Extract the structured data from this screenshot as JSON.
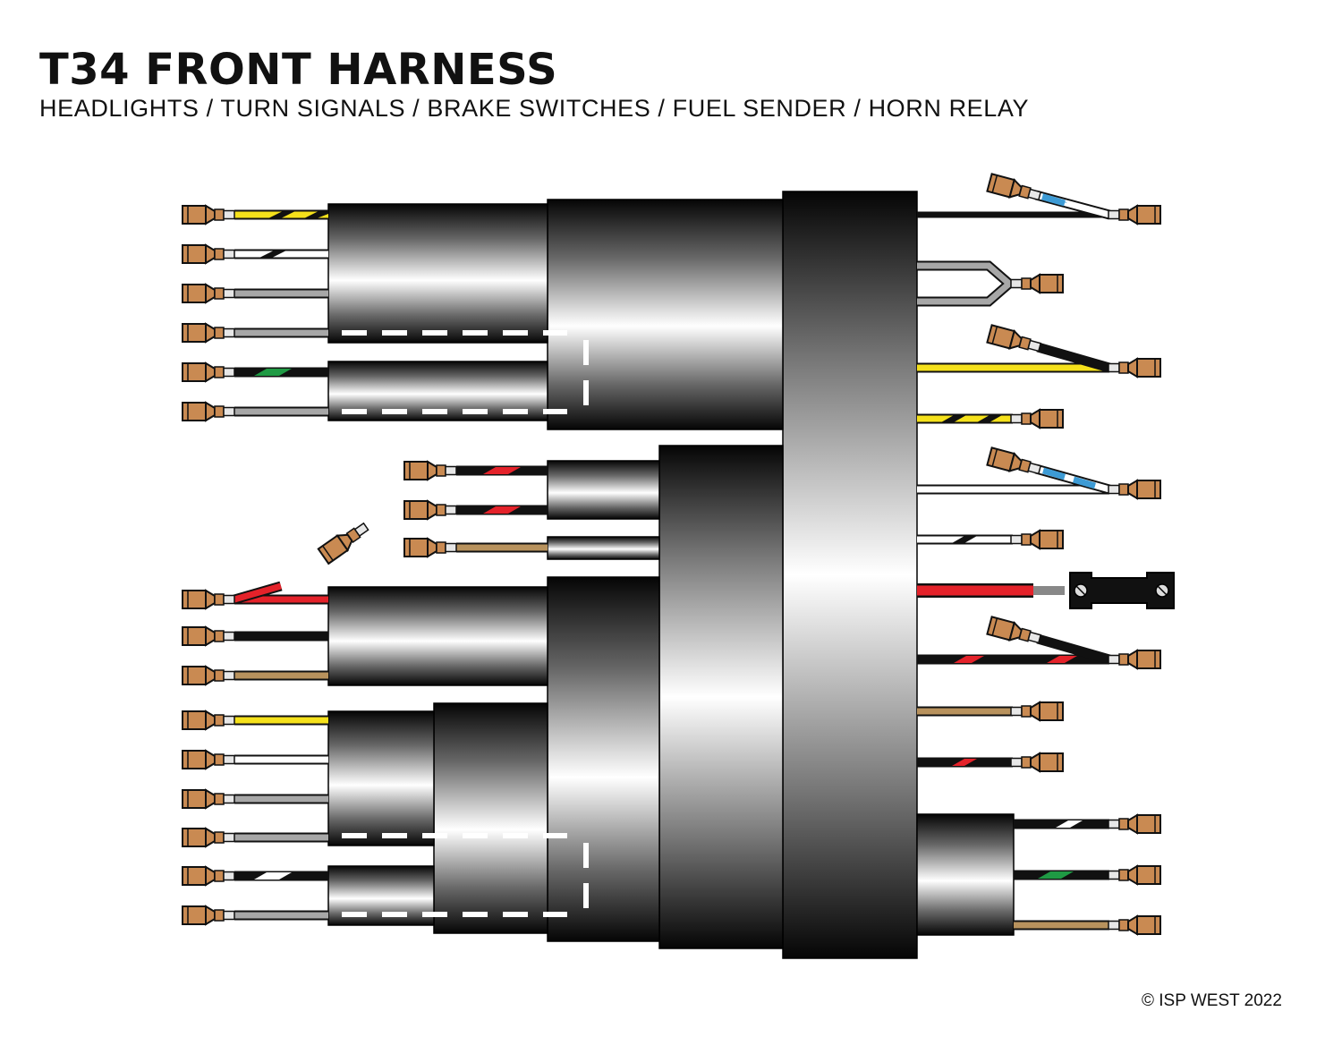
{
  "title": "T34 FRONT HARNESS",
  "subtitle": "HEADLIGHTS / TURN SIGNALS / BRAKE SWITCHES / FUEL SENDER / HORN RELAY",
  "copyright": "© ISP WEST 2022",
  "colors": {
    "terminal": "#c98a52",
    "yellow": "#f5e11b",
    "white": "#ffffff",
    "black": "#111111",
    "gray": "#a7a7a7",
    "green": "#1f9a44",
    "red": "#e4222a",
    "tan": "#b8925d",
    "blue": "#3d9bd5"
  }
}
